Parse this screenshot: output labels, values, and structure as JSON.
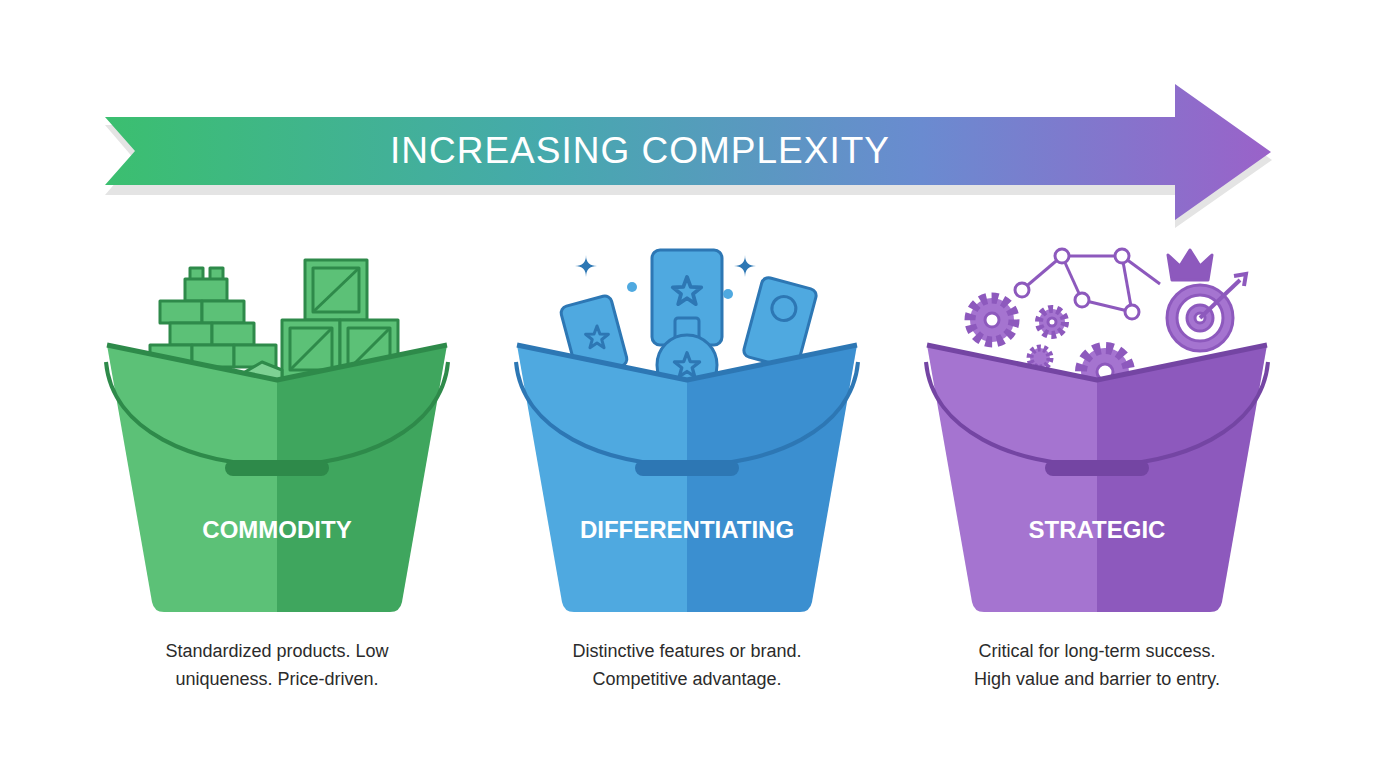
{
  "diagram": {
    "nodes": [
      {
        "text": [
          "INCREASING COMPLEXITY"
        ]
      },
      {
        "text": [
          "COMMODITY",
          "Standardized products. Low uniqueness. Price-driven."
        ]
      },
      {
        "text": [
          "DIFFERENTIATING",
          "Distinctive features or brand. Competitive advantage."
        ]
      },
      {
        "text": [
          "STRATEGIC",
          "Critical for long-term success. High value and barrier to entry."
        ]
      }
    ]
  }
}
